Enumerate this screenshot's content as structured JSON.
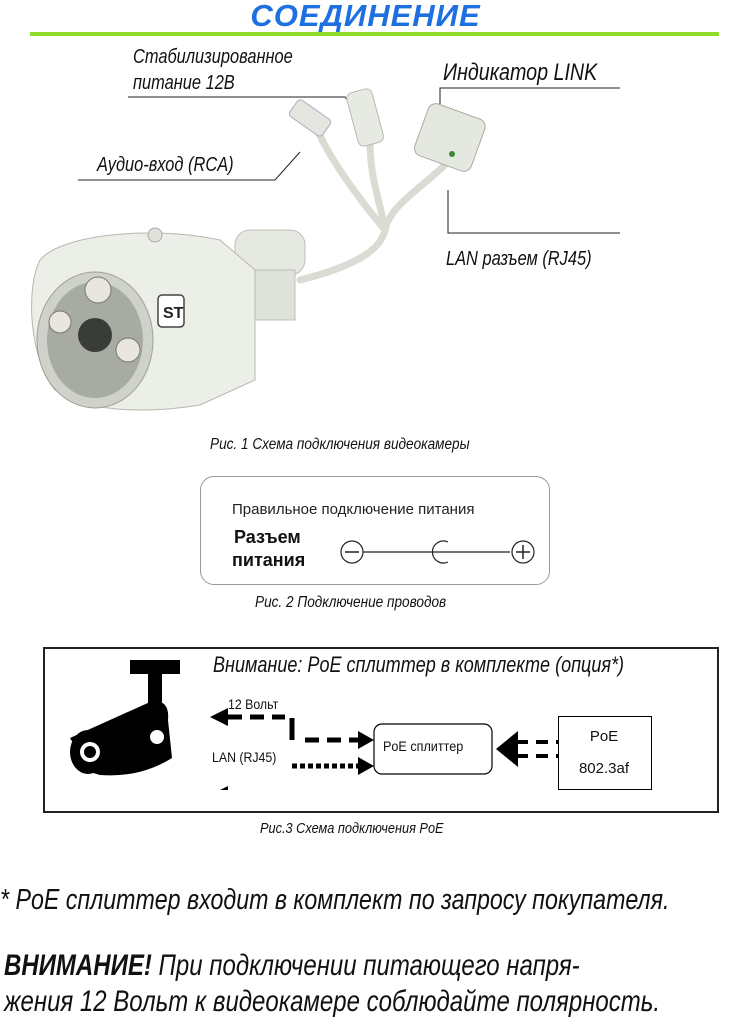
{
  "header": {
    "title": "СОЕДИНЕНИЕ"
  },
  "figure1": {
    "labels": {
      "power_line1": "Стабилизированное",
      "power_line2": "питание 12В",
      "link_indicator": "Индикатор LINK",
      "audio_in": "Аудио-вход (RCA)",
      "lan_connector": "LAN разъем (RJ45)"
    },
    "logo": "ST",
    "caption": "Рис. 1 Схема подключения видеокамеры"
  },
  "figure2": {
    "heading": "Правильное подключение питания",
    "connector_line1": "Разъем",
    "connector_line2": "питания",
    "caption": "Рис. 2  Подключение проводов"
  },
  "figure3": {
    "notice": "Внимание: PoE сплиттер в комплекте (опция*)",
    "volt_label": "12 Вольт",
    "lan_label": "LAN (RJ45)",
    "splitter_label": "PoE сплиттер",
    "poe_line1": "PoE",
    "poe_line2": "802.3af",
    "caption": "Рис.3 Схема подключения PoE"
  },
  "footnote": "* PoE сплиттер входит в комплект по запросу покупателя.",
  "warning": {
    "label": "ВНИМАНИЕ!",
    "line1": " При подключении питающего напря-",
    "line2": "жения 12 Вольт к видеокамере соблюдайте полярность."
  },
  "colors": {
    "title": "#1e6fe0",
    "rule": "#8fdc2a"
  }
}
